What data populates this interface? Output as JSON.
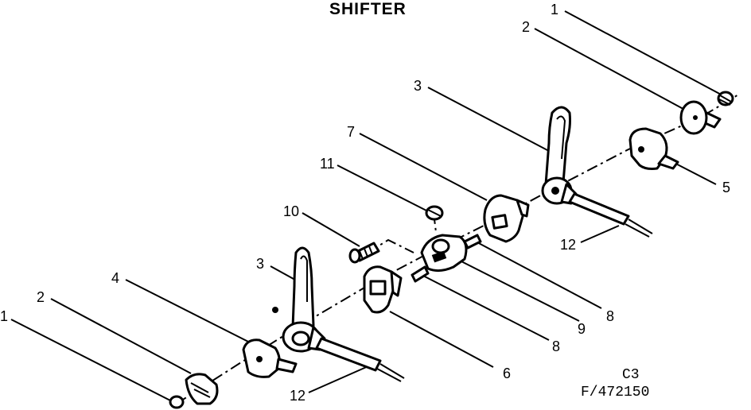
{
  "title": "SHIFTER",
  "callouts": {
    "c1_top": "1",
    "c2_top": "2",
    "c3_top": "3",
    "c5": "5",
    "c7": "7",
    "c11": "11",
    "c10": "10",
    "c12_top": "12",
    "c8_a": "8",
    "c9": "9",
    "c8_b": "8",
    "c6": "6",
    "c3_bottom": "3",
    "c4": "4",
    "c2_bottom": "2",
    "c1_bottom": "1",
    "c12_bottom": "12"
  },
  "code": {
    "line1": "C3",
    "line2": "F/472150"
  }
}
